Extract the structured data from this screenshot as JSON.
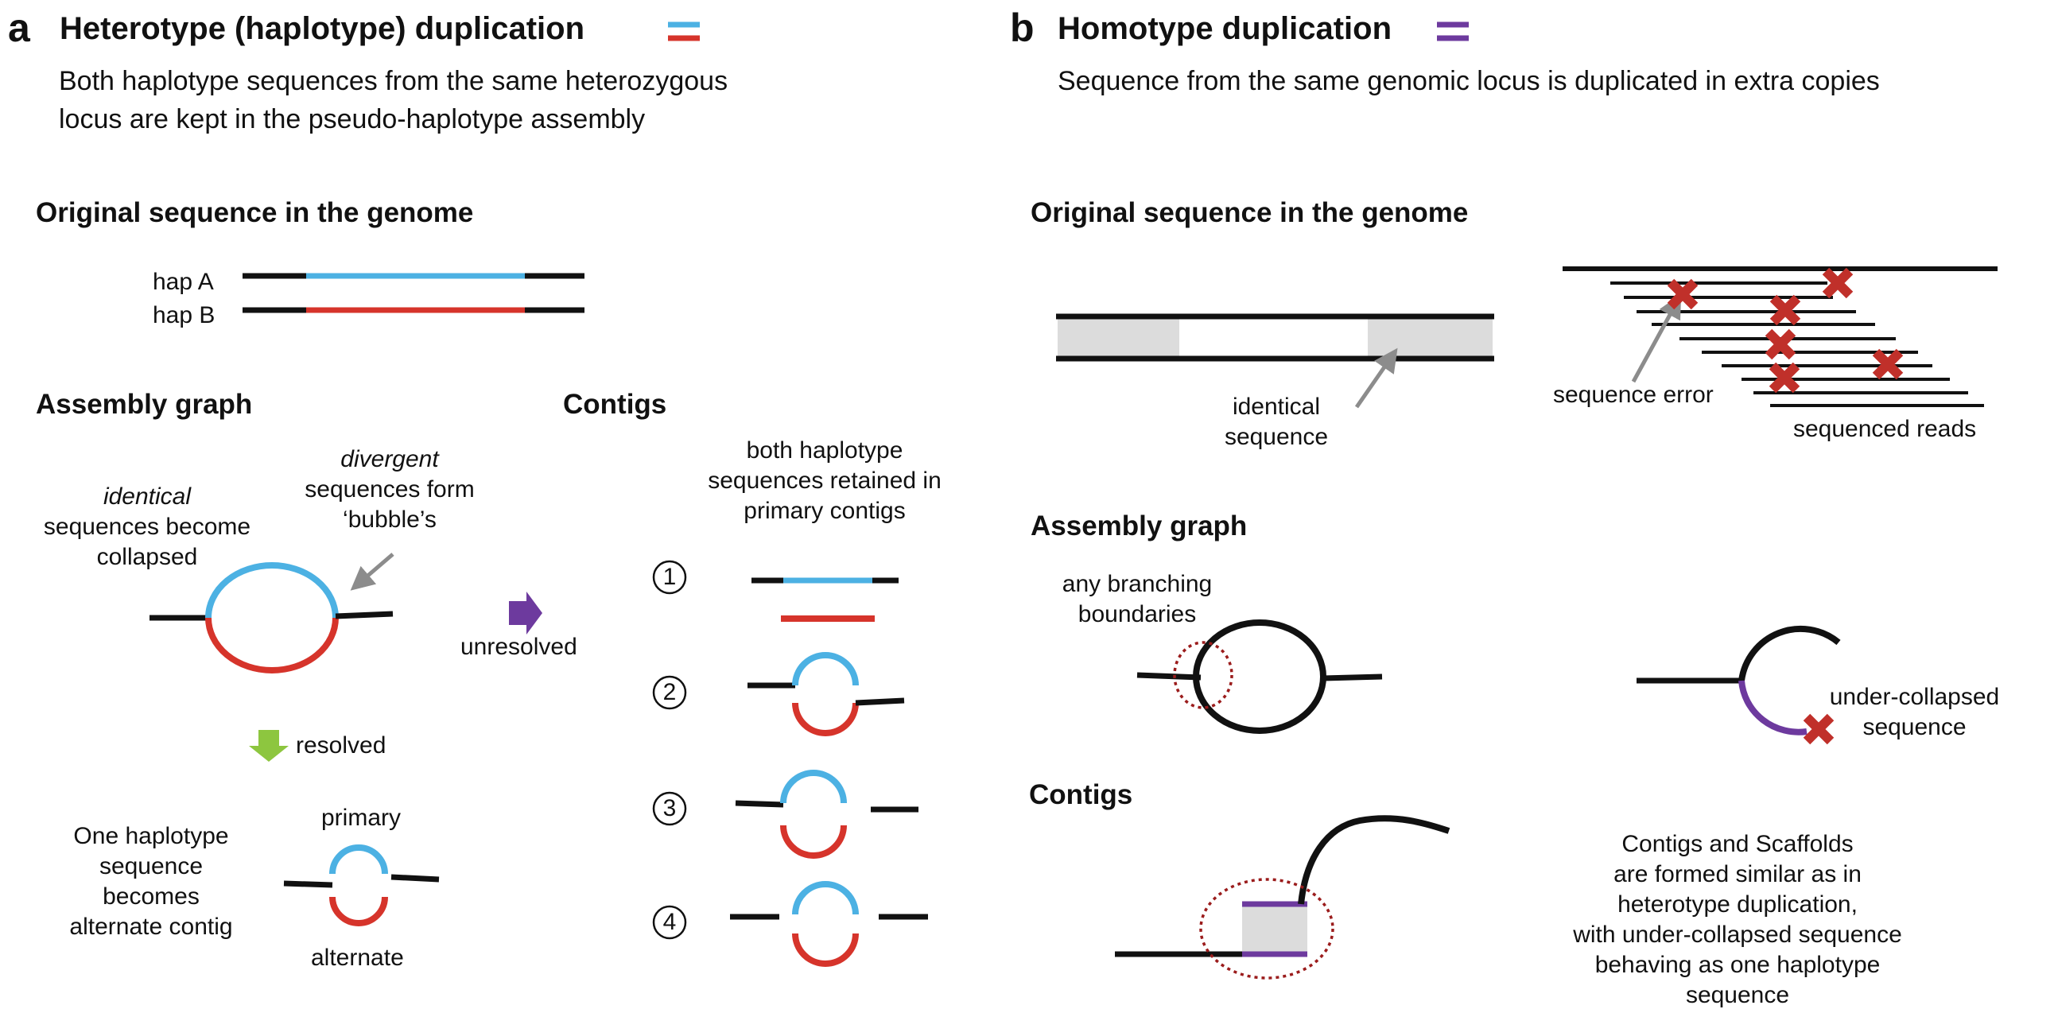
{
  "colors": {
    "hap_a": "#4cb1e3",
    "hap_b": "#d6342b",
    "homotype": "#6d3a9e",
    "resolved_arrow": "#8dc63f",
    "unresolved_arrow": "#6d3a9e",
    "error_mark": "#c0302a",
    "identical_fill": "#dcdcdc",
    "pointer_arrow": "#8c8c8c",
    "boundary_circle": "#9b1c1c"
  },
  "panel_a": {
    "letter": "a",
    "title": "Heterotype (haplotype) duplication",
    "desc_line1": "Both haplotype sequences from the same heterozygous",
    "desc_line2": "locus are kept in the pseudo-haplotype assembly",
    "original": {
      "heading": "Original sequence in the genome",
      "hap_a": "hap A",
      "hap_b": "hap B"
    },
    "assembly": {
      "heading": "Assembly graph",
      "identical_word": "identical",
      "identical_rest_1": "sequences become",
      "identical_rest_2": "collapsed",
      "divergent_word": "divergent",
      "divergent_rest_1": "sequences form",
      "divergent_rest_2": "‘bubble’s",
      "unresolved": "unresolved",
      "resolved": "resolved",
      "one_hap_1": "One haplotype",
      "one_hap_2": "sequence",
      "one_hap_3": "becomes",
      "one_hap_4": "alternate contig",
      "primary": "primary",
      "alternate": "alternate"
    },
    "contigs": {
      "heading": "Contigs",
      "note_1": "both haplotype",
      "note_2": "sequences retained in",
      "note_3": "primary contigs",
      "items": [
        "1",
        "2",
        "3",
        "4"
      ]
    }
  },
  "panel_b": {
    "letter": "b",
    "title": "Homotype duplication",
    "desc": "Sequence from the same genomic locus is duplicated in extra copies",
    "original": {
      "heading": "Original sequence in the genome",
      "identical_1": "identical",
      "identical_2": "sequence",
      "sequence_error": "sequence error",
      "sequenced_reads": "sequenced reads"
    },
    "assembly": {
      "heading": "Assembly graph",
      "branching_1": "any branching",
      "branching_2": "boundaries",
      "under_1": "under-collapsed",
      "under_2": "sequence"
    },
    "contigs": {
      "heading": "Contigs",
      "note_1": "Contigs and Scaffolds",
      "note_2": "are formed similar as in",
      "note_3": "heterotype duplication,",
      "note_4": "with under-collapsed sequence",
      "note_5": "behaving as one haplotype",
      "note_6": "sequence"
    }
  }
}
